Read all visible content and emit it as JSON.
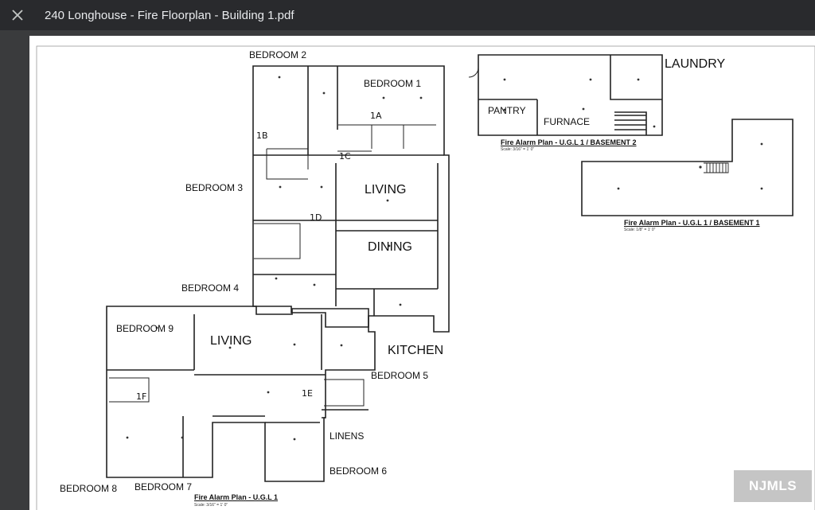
{
  "viewer": {
    "title": "240 Longhouse - Fire Floorplan - Building 1.pdf",
    "close_icon": "close-icon"
  },
  "plan": {
    "rooms": {
      "bedroom2": "BEDROOM 2",
      "bedroom1": "BEDROOM 1",
      "bedroom3": "BEDROOM 3",
      "bedroom4": "BEDROOM 4",
      "bedroom9": "BEDROOM 9",
      "bedroom5": "BEDROOM 5",
      "bedroom6": "BEDROOM 6",
      "bedroom7": "BEDROOM 7",
      "bedroom8": "BEDROOM 8",
      "living_upper": "LIVING",
      "dining": "DINING",
      "living_lower": "LIVING",
      "kitchen": "KITCHEN",
      "linens": "LINENS",
      "laundry": "LAUNDRY",
      "pantry": "PANTRY",
      "furnace": "FURNACE"
    },
    "markers": {
      "m1a": "1A",
      "m1b": "1B",
      "m1c": "1C",
      "m1d": "1D",
      "m1e": "1E",
      "m1f": "1F"
    },
    "captions": {
      "main": "Fire Alarm Plan - U.G.L 1",
      "main_scale": "Scale: 3/16\" = 1' 0\"",
      "basement2": "Fire Alarm Plan - U.G.L 1 / BASEMENT 2",
      "basement2_scale": "Scale: 3/16\" = 1' 0\"",
      "basement1": "Fire Alarm Plan - U.G.L 1 / BASEMENT 1",
      "basement1_scale": "Scale: 1/8\" = 1' 0\""
    }
  },
  "watermark": "NJMLS"
}
